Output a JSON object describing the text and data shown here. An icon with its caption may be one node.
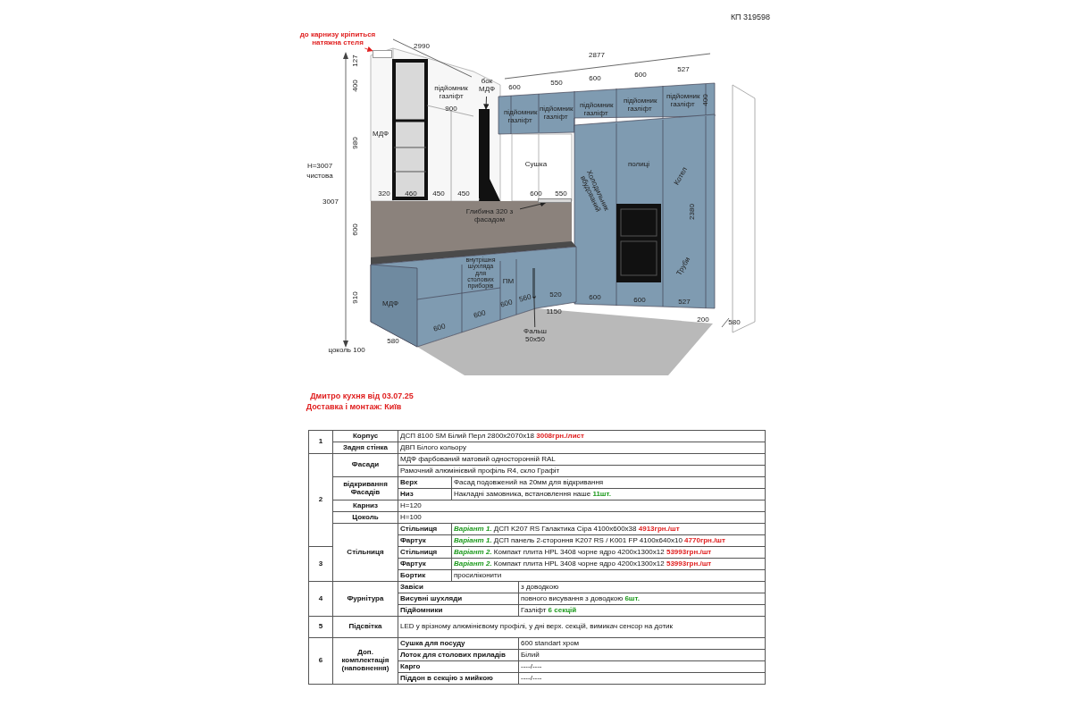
{
  "diagram": {
    "nodes": [
      {
        "text": [
          "до карнизу кріпиться натяжна стеля"
        ]
      },
      {
        "text": [],
        "shape": "box"
      },
      {
        "text": [
          "бок МДФ"
        ]
      },
      {
        "text": [],
        "shape": "box"
      },
      {
        "text": [
          "Глибина 320 з фасадом"
        ]
      },
      {
        "text": [],
        "shape": "box"
      },
      {
        "text": [
          "Фальш 50x50"
        ]
      },
      {
        "text": [],
        "shape": "box"
      }
    ],
    "edges": [
      {
        "from": 0,
        "to": 1,
        "arrow": "to",
        "color": "#e02020"
      },
      {
        "from": 2,
        "to": 3,
        "arrow": "to"
      },
      {
        "from": 4,
        "to": 5,
        "arrow": "to"
      },
      {
        "from": 6,
        "to": 7,
        "arrow": "other"
      }
    ],
    "labels": [
      "КП 319598",
      "2990",
      "127",
      "400",
      "підйомник газліфт",
      "900",
      "2877",
      "600",
      "550",
      "600",
      "600",
      "527",
      "підйомник газліфт",
      "підйомник газліфт",
      "підйомник газліфт",
      "підйомник газліфт",
      "підйомник газліфт",
      "400",
      "МДФ",
      "980",
      "H=3007",
      "чистова",
      "Сушка",
      "полиці",
      "Холодильник вбудований",
      "Котел",
      "320",
      "460",
      "450",
      "450",
      "600",
      "550",
      "3007",
      "2380",
      "600",
      "внутрішня шухляда для столових приборів",
      "ПМ",
      "Труби",
      "910",
      "МДФ",
      "600",
      "600",
      "600",
      "560",
      "520",
      "1150",
      "600",
      "600",
      "527",
      "200",
      "580",
      "580",
      "цоколь 100",
      "Дмитро кухня від 03.07.25",
      "Доставка і монтаж: Київ",
      "1",
      "Корпус",
      "ДСП 8100 SM Білий Перл 2800x2070x18",
      "3008грн./лист",
      "Задня стінка",
      "ДВП Білого кольору",
      "2",
      "Фасади",
      "МДФ фарбований матовий односторонній RAL",
      "Рамочний алюмінієвий профіль R4, скло Графіт",
      "відкривання Фасадів",
      "Верх",
      "Фасад подовжений на 20мм для відкривання",
      "Низ",
      "Накладні замовника, встановлення наше",
      "11шт.",
      "Карниз",
      "H=120",
      "Цоколь",
      "H=100",
      "Стільниця",
      "Стільниця",
      "Варіант 1.",
      "ДСП K207 RS Галактика Сіра 4100x600x38",
      "4913грн./шт",
      "Фартук",
      "Варіант 1.",
      "ДСП панель 2-стороння K207 RS / K001 FP 4100x640x10",
      "4770грн./шт",
      "3",
      "Стільниця",
      "Варіант 2.",
      "Компакт плита HPL 3408 чорне ядро 4200x1300x12",
      "53993грн./шт",
      "Фартук",
      "Варіант 2.",
      "Компакт плита HPL 3408 чорне ядро 4200x1300x12",
      "53993грн./шт",
      "Бортик",
      "просиліконити",
      "4",
      "Фурнітура",
      "Завіси",
      "з доводкою",
      "Висувні шухляди",
      "повного висування з доводкою",
      "6шт.",
      "Підйомники",
      "Газліфт",
      "6 секцій",
      "5",
      "Підсвітка",
      "LED у врізному алюмінієвому профілі, у дні верх. секцій, вимикач сенсор на дотик",
      "6",
      "Доп. комплектація (наповнення)",
      "Сушка для посуду",
      "600 standart хром",
      "Лоток для столових приладів",
      "Білий",
      "Карго",
      "----/----",
      "Піддон в секцію з мийкою",
      "----/----"
    ]
  }
}
